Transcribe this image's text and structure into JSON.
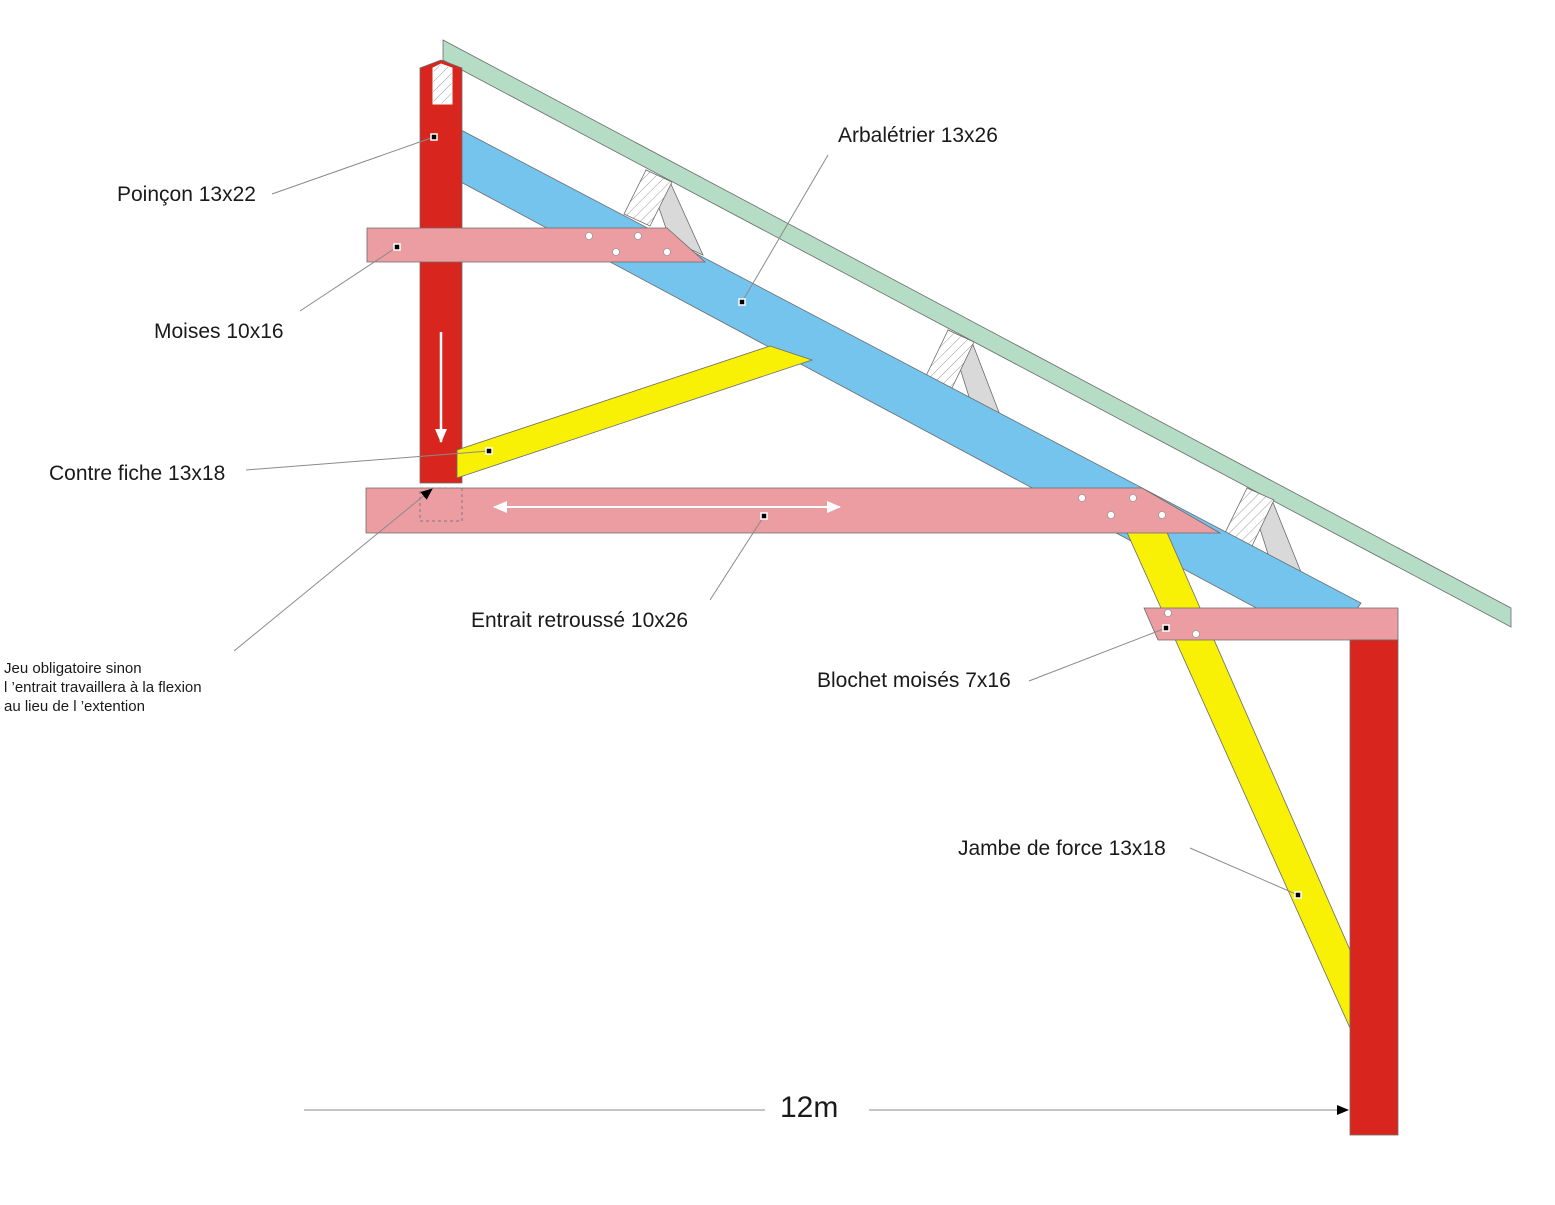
{
  "labels": {
    "poincon": "Poinçon 13x22",
    "arbaletrier": "Arbalétrier 13x26",
    "moises": "Moises 10x16",
    "contre_fiche": "Contre fiche 13x18",
    "entrait": "Entrait retroussé 10x26",
    "blochet": "Blochet moisés 7x16",
    "jambe": "Jambe de force 13x18"
  },
  "note": {
    "line1": "Jeu obligatoire sinon",
    "line2": "l ’entrait travaillera à la flexion",
    "line3": "au lieu de l ’extention"
  },
  "dimension": "12m",
  "colors": {
    "poincon": "#d8261f",
    "arbaletrier": "#74c4ee",
    "moises": "#ec9da2",
    "contre_fiche": "#f8f005",
    "couverture": "#b5dcc4",
    "panne_block": "#d9d9d9",
    "poteau": "#d8261f",
    "jambe": "#f8f005"
  }
}
